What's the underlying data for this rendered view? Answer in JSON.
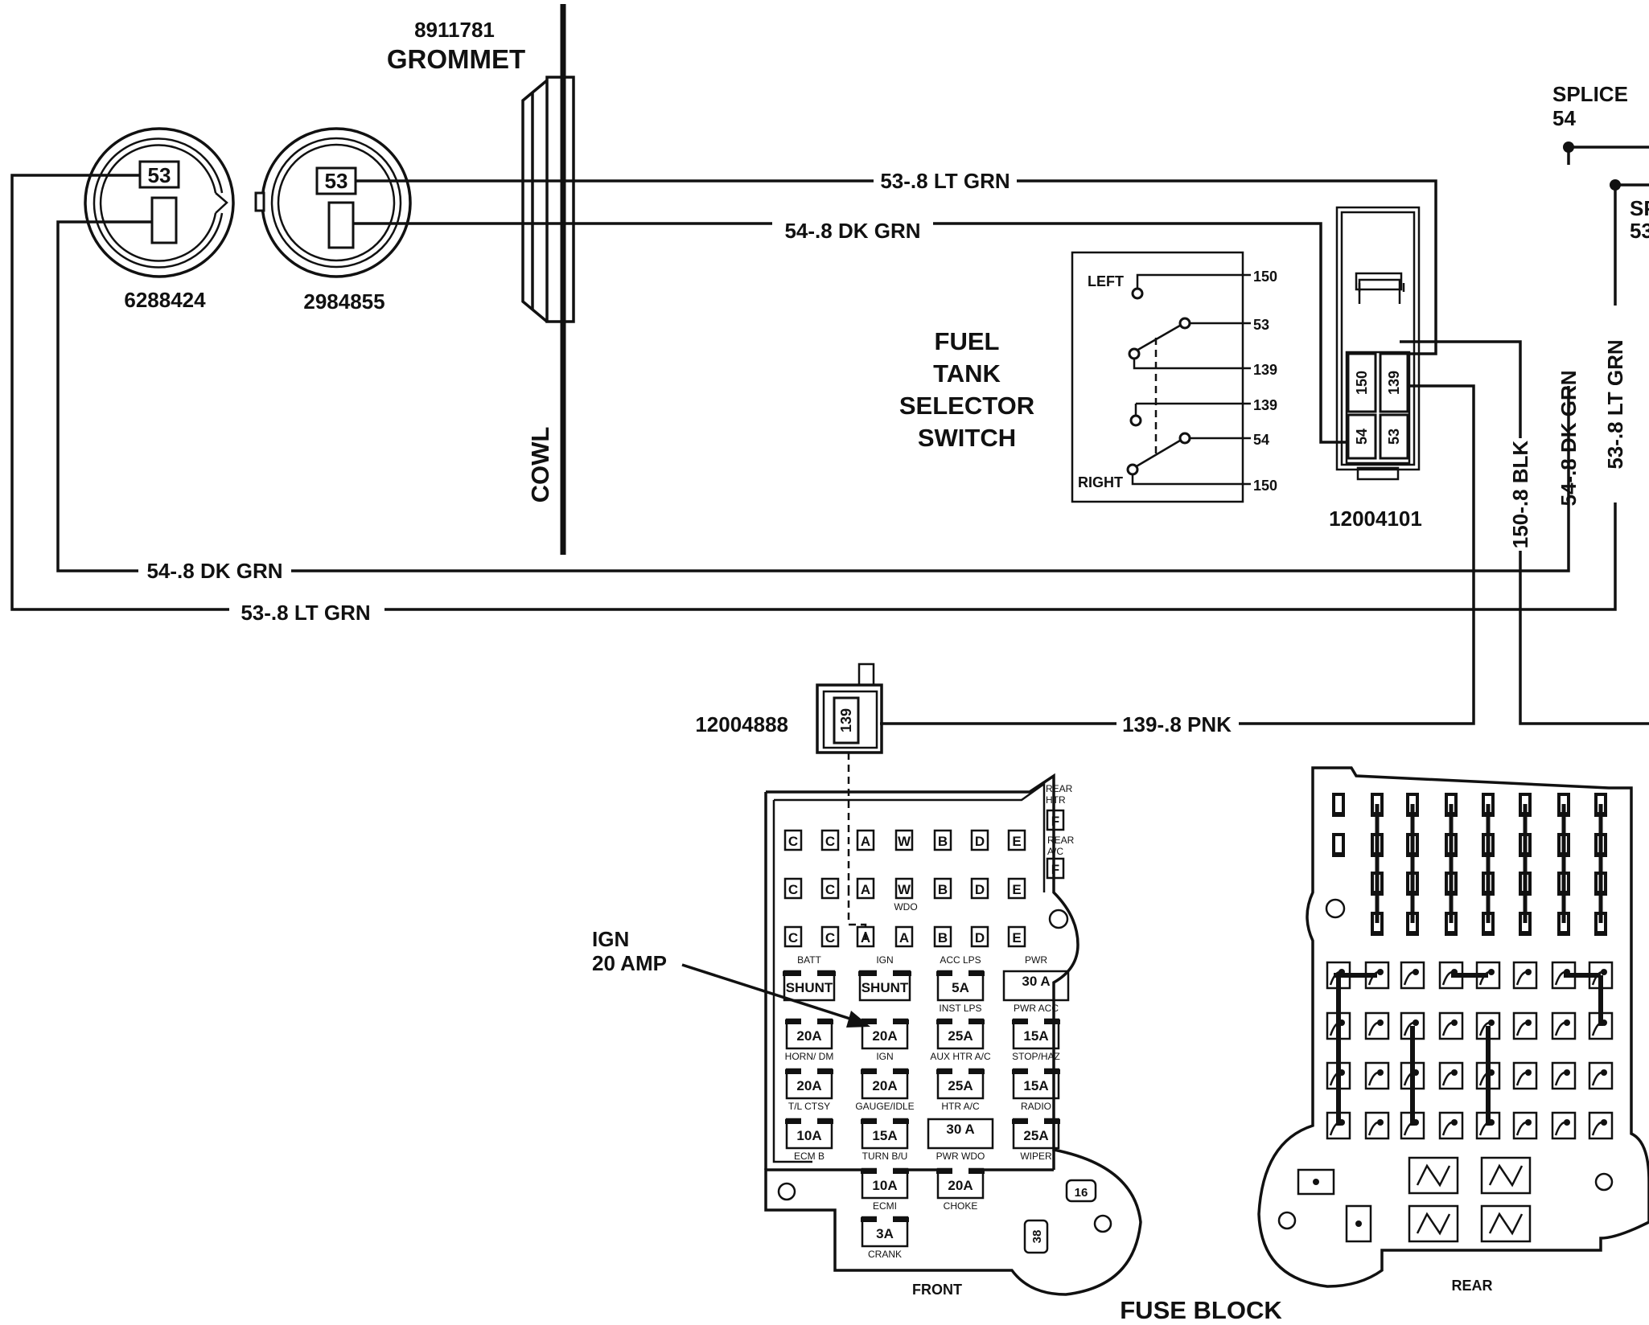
{
  "grommet": {
    "part_number": "8911781",
    "label": "GROMMET"
  },
  "cowl_label": "COWL",
  "connectors": {
    "left_round": {
      "part_number": "6288424",
      "pin": "53"
    },
    "mid_round": {
      "part_number": "2984855",
      "pin": "53"
    },
    "switch_connector": {
      "part_number": "12004101",
      "pins": [
        "150",
        "139",
        "54",
        "53"
      ]
    },
    "ign_connector": {
      "part_number": "12004888",
      "pin": "139"
    }
  },
  "switch": {
    "title": [
      "FUEL",
      "TANK",
      "SELECTOR",
      "SWITCH"
    ],
    "left_label": "LEFT",
    "right_label": "RIGHT",
    "terminals": [
      "150",
      "53",
      "139",
      "139",
      "54",
      "150"
    ]
  },
  "wires": {
    "top_lt_grn": "53-.8 LT GRN",
    "top_dk_grn": "54-.8 DK GRN",
    "bottom_dk_grn": "54-.8 DK GRN",
    "bottom_lt_grn": "53-.8 LT GRN",
    "blk": "150-.8 BLK",
    "right_dk_grn": "54-.8 DK GRN",
    "right_lt_grn": "53-.8 LT GRN",
    "pnk": "139-.8 PNK"
  },
  "splices": {
    "splice_54_title": "SPLICE",
    "splice_54_num": "54",
    "splice_53_partial": "SP",
    "splice_53_num_partial": "53"
  },
  "ign_callout": [
    "IGN",
    "20 AMP"
  ],
  "fuse_block": {
    "title": "FUSE BLOCK",
    "front_label": "FRONT",
    "rear_label": "REAR",
    "rear_htr": [
      "REAR",
      "HTR"
    ],
    "rear_ac": [
      "REAR",
      "A/C"
    ],
    "f_letter": "F",
    "wdo": "WDO",
    "row1": [
      "C",
      "C",
      "A",
      "W",
      "B",
      "D",
      "E"
    ],
    "row2": [
      "C",
      "C",
      "A",
      "W",
      "B",
      "D",
      "E"
    ],
    "row3": [
      "C",
      "C",
      "A",
      "A",
      "B",
      "D",
      "E"
    ],
    "tab16": "16",
    "tab38": "38",
    "fuses": [
      {
        "top": "BATT",
        "value": "SHUNT",
        "bottom": ""
      },
      {
        "top": "IGN",
        "value": "SHUNT",
        "bottom": ""
      },
      {
        "top": "ACC   LPS",
        "value": "5A",
        "bottom": "INST LPS"
      },
      {
        "top": "PWR",
        "value": "30 A",
        "bottom": "PWR ACC"
      },
      {
        "top": "",
        "value": "20A",
        "bottom": "HORN/ DM"
      },
      {
        "top": "",
        "value": "20A",
        "bottom": "IGN"
      },
      {
        "top": "",
        "value": "25A",
        "bottom": "AUX HTR A/C"
      },
      {
        "top": "",
        "value": "15A",
        "bottom": "STOP/HAZ"
      },
      {
        "top": "",
        "value": "20A",
        "bottom": "T/L CTSY"
      },
      {
        "top": "",
        "value": "20A",
        "bottom": "GAUGE/IDLE"
      },
      {
        "top": "",
        "value": "25A",
        "bottom": "HTR A/C"
      },
      {
        "top": "",
        "value": "15A",
        "bottom": "RADIO"
      },
      {
        "top": "",
        "value": "10A",
        "bottom": "ECM B"
      },
      {
        "top": "",
        "value": "15A",
        "bottom": "TURN B/U"
      },
      {
        "top": "",
        "value": "30 A",
        "bottom": "PWR WDO"
      },
      {
        "top": "",
        "value": "25A",
        "bottom": "WIPER"
      },
      {
        "top": "",
        "value": "10A",
        "bottom": "ECMI"
      },
      {
        "top": "",
        "value": "20A",
        "bottom": "CHOKE"
      },
      {
        "top": "",
        "value": "3A",
        "bottom": "CRANK"
      }
    ]
  }
}
